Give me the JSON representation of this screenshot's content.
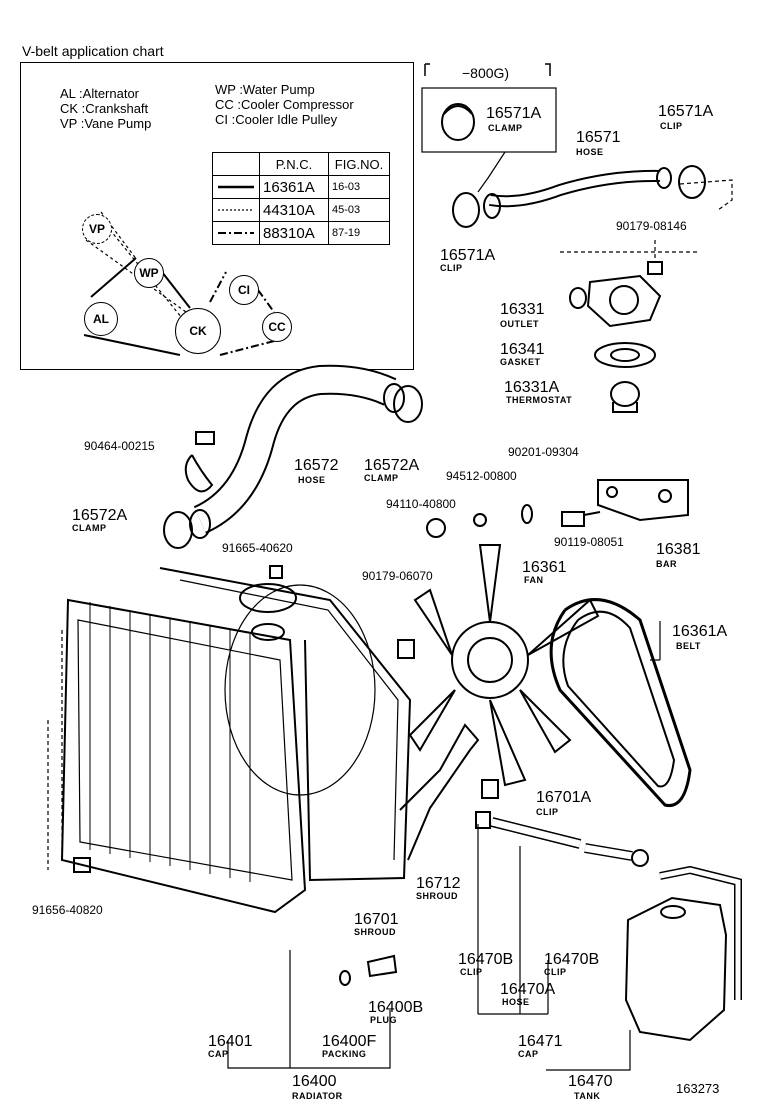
{
  "chart": {
    "title": "V-belt application chart",
    "legend_left": [
      "AL :Alternator",
      "CK :Crankshaft",
      "VP :Vane Pump"
    ],
    "legend_right": [
      "WP :Water Pump",
      "CC :Cooler Compressor",
      "CI :Cooler Idle Pulley"
    ],
    "table_headers": [
      "P.N.C.",
      "FIG.NO."
    ],
    "rows": [
      {
        "line": "solid",
        "pnc": "16361A",
        "fig": "16-03"
      },
      {
        "line": "dotted",
        "pnc": "44310A",
        "fig": "45-03"
      },
      {
        "line": "dash-dot",
        "pnc": "88310A",
        "fig": "87-19"
      }
    ],
    "pulleys": [
      "VP",
      "WP",
      "AL",
      "CK",
      "CI",
      "CC"
    ]
  },
  "variant": "−800G)",
  "parts": [
    {
      "num": "16571A",
      "sub": "CLAMP"
    },
    {
      "num": "16571A",
      "sub": "CLIP"
    },
    {
      "num": "16571",
      "sub": "HOSE"
    },
    {
      "num": "16571A",
      "sub": "CLIP"
    },
    {
      "num": "90179-08146",
      "sub": ""
    },
    {
      "num": "16331",
      "sub": "OUTLET"
    },
    {
      "num": "16341",
      "sub": "GASKET"
    },
    {
      "num": "16331A",
      "sub": "THERMOSTAT"
    },
    {
      "num": "90464-00215",
      "sub": ""
    },
    {
      "num": "16572",
      "sub": "HOSE"
    },
    {
      "num": "16572A",
      "sub": "CLAMP"
    },
    {
      "num": "16572A",
      "sub": "CLAMP"
    },
    {
      "num": "90201-09304",
      "sub": ""
    },
    {
      "num": "94512-00800",
      "sub": ""
    },
    {
      "num": "94110-40800",
      "sub": ""
    },
    {
      "num": "90119-08051",
      "sub": ""
    },
    {
      "num": "16381",
      "sub": "BAR"
    },
    {
      "num": "91665-40620",
      "sub": ""
    },
    {
      "num": "90179-06070",
      "sub": ""
    },
    {
      "num": "16361",
      "sub": "FAN"
    },
    {
      "num": "16361A",
      "sub": "BELT"
    },
    {
      "num": "16701A",
      "sub": "CLIP"
    },
    {
      "num": "91656-40820",
      "sub": ""
    },
    {
      "num": "16712",
      "sub": "SHROUD"
    },
    {
      "num": "16701",
      "sub": "SHROUD"
    },
    {
      "num": "16470B",
      "sub": "CLIP"
    },
    {
      "num": "16470B",
      "sub": "CLIP"
    },
    {
      "num": "16470A",
      "sub": "HOSE"
    },
    {
      "num": "16400B",
      "sub": "PLUG"
    },
    {
      "num": "16401",
      "sub": "CAP"
    },
    {
      "num": "16400F",
      "sub": "PACKING"
    },
    {
      "num": "16471",
      "sub": "CAP"
    },
    {
      "num": "16400",
      "sub": "RADIATOR"
    },
    {
      "num": "16470",
      "sub": "TANK"
    }
  ],
  "figure_id": "163273"
}
